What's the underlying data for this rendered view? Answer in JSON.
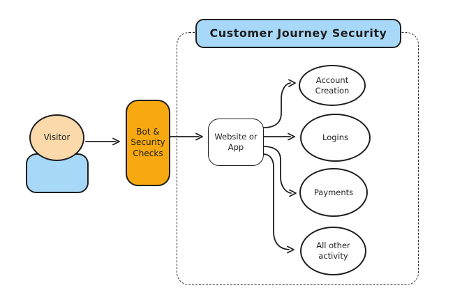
{
  "diagram": {
    "title": "Customer Journey Security",
    "nodes": {
      "visitor": {
        "label": "Visitor"
      },
      "bot_checks": {
        "label": "Bot &\nSecurity\nChecks"
      },
      "website": {
        "label": "Website or\nApp"
      },
      "account_creation": {
        "label": "Account\nCreation"
      },
      "logins": {
        "label": "Logins"
      },
      "payments": {
        "label": "Payments"
      },
      "other_activity": {
        "label": "All other\nactivity"
      }
    },
    "colors": {
      "title_fill": "#a8d8f8",
      "visitor_head_fill": "#fcd9ab",
      "visitor_body_fill": "#a8d8f8",
      "bot_checks_fill": "#f7a90f",
      "node_fill": "#ffffff",
      "stroke": "#1e1e1e",
      "background": "#ffffff"
    }
  }
}
